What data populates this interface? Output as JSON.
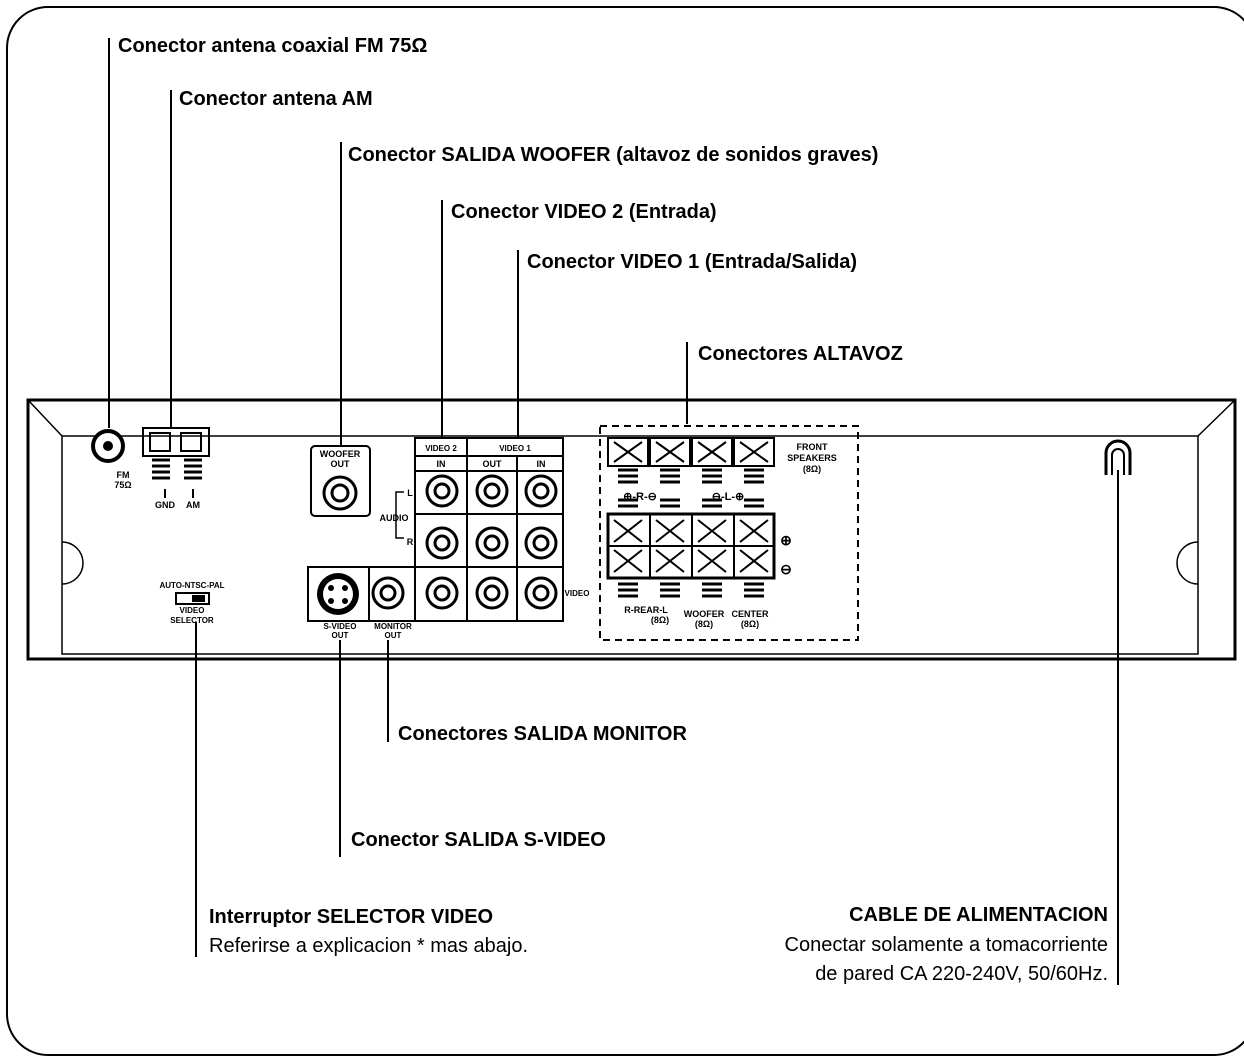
{
  "callouts": {
    "fm_antenna": "Conector antena coaxial  FM 75Ω",
    "am_antenna": "Conector antena AM",
    "woofer_out": "Conector SALIDA WOOFER (altavoz de sonidos graves)",
    "video2": "Conector VIDEO 2 (Entrada)",
    "video1": "Conector VIDEO 1 (Entrada/Salida)",
    "speakers": "Conectores ALTAVOZ",
    "monitor_out": "Conectores SALIDA MONITOR",
    "svideo_out": "Conector  SALIDA S-VIDEO",
    "video_selector_title": "Interruptor  SELECTOR VIDEO",
    "video_selector_note": "Referirse a explicacion * mas abajo.",
    "power_title": "CABLE DE ALIMENTACION",
    "power_note_1": "Conectar solamente a tomacorriente",
    "power_note_2": "de pared CA 220-240V, 50/60Hz."
  },
  "panel": {
    "fm_label_1": "FM",
    "fm_label_2": "75Ω",
    "gnd": "GND",
    "am": "AM",
    "woofer_1": "WOOFER",
    "woofer_2": "OUT",
    "video2_head": "VIDEO 2",
    "video1_head": "VIDEO 1",
    "in_a": "IN",
    "out": "OUT",
    "in_b": "IN",
    "audio": "AUDIO",
    "l": "L",
    "r": "R",
    "video": "VIDEO",
    "svideo_1": "S-VIDEO",
    "svideo_2": "OUT",
    "monitor_1": "MONITOR",
    "monitor_2": "OUT",
    "selector_1": "AUTO-NTSC-PAL",
    "selector_2": "VIDEO",
    "selector_3": "SELECTOR",
    "front_1": "FRONT",
    "front_2": "SPEAKERS",
    "front_3": "(8Ω)",
    "front_polarity_r": "⊕-R-⊖",
    "front_polarity_l": "⊖-L-⊕",
    "rear": "R-REAR-L",
    "rear_ohm": "(8Ω)",
    "woofer_spk": "WOOFER",
    "woofer_ohm": "(8Ω)",
    "center": "CENTER",
    "center_ohm": "(8Ω)",
    "plus": "⊕",
    "minus": "⊖"
  }
}
